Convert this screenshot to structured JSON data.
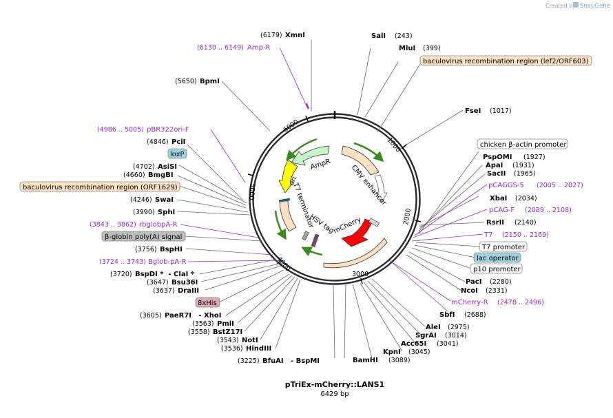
{
  "brand": {
    "created_by": "Created by",
    "name": "SnapGene"
  },
  "plasmid": {
    "name": "pTriEx-mCherry::LANS1",
    "length": "6429 bp"
  },
  "ticks": [
    "1000",
    "2000",
    "3000",
    "4000",
    "5000",
    "6000"
  ],
  "inner_labels": {
    "ampr": "AmpR",
    "ori": "ori",
    "cmv": "CMV enhancer",
    "t7term": "T7 terminator",
    "hsv": "HSV tag",
    "mcherry": "mCherry"
  },
  "sites_right_top": [
    {
      "name": "SalI",
      "pos": "(243)"
    },
    {
      "name": "MluI",
      "pos": "(399)"
    },
    {
      "name": "FseI",
      "pos": "(1017)"
    },
    {
      "name": "PspOMI",
      "pos": "(1927)"
    },
    {
      "name": "ApaI",
      "pos": "(1931)"
    },
    {
      "name": "SacII",
      "pos": "(1965)"
    },
    {
      "name": "XbaI",
      "pos": "(2034)"
    },
    {
      "name": "RsrII",
      "pos": "(2140)"
    }
  ],
  "sites_right_bottom": [
    {
      "name": "PacI",
      "pos": "(2280)"
    },
    {
      "name": "NcoI",
      "pos": "(2331)"
    },
    {
      "name": "SbfI",
      "pos": "(2688)"
    },
    {
      "name": "AleI",
      "pos": "(2975)"
    },
    {
      "name": "SgrAI",
      "pos": "(3014)"
    },
    {
      "name": "Acc65I",
      "pos": "(3041)"
    },
    {
      "name": "KpnI",
      "pos": "(3045)"
    },
    {
      "name": "BamHI",
      "pos": "(3089)"
    }
  ],
  "sites_left": [
    {
      "name": "XmnI",
      "pos": "(6179)"
    },
    {
      "name": "BpmI",
      "pos": "(5650)"
    },
    {
      "name": "PciI",
      "pos": "(4846)"
    },
    {
      "name": "AsiSI",
      "pos": "(4702)"
    },
    {
      "name": "BmgBI",
      "pos": "(4660)"
    },
    {
      "name": "SwaI",
      "pos": "(4246)"
    },
    {
      "name": "SphI",
      "pos": "(3990)"
    },
    {
      "name": "BspHI",
      "pos": "(3756)"
    },
    {
      "name": "BspDI *  - ClaI *",
      "pos": "(3720)"
    },
    {
      "name": "Bsu36I",
      "pos": "(3647)"
    },
    {
      "name": "DraIII",
      "pos": "(3637)"
    },
    {
      "name": "PaeR7I   - XhoI",
      "pos": "(3605)"
    },
    {
      "name": "PmlI",
      "pos": "(3563)"
    },
    {
      "name": "BstZ17I",
      "pos": "(3558)"
    },
    {
      "name": "NotI",
      "pos": "(3543)"
    },
    {
      "name": "HindIII",
      "pos": "(3536)"
    },
    {
      "name": "BfuAI   - BspMI",
      "pos": "(3225)"
    }
  ],
  "primers": [
    {
      "name": "Amp-R",
      "pos": "(6130 .. 6149)"
    },
    {
      "name": "pBR322ori-F",
      "pos": "(4986 .. 5005)"
    },
    {
      "name": "rbglobpA-R",
      "pos": "(3843 .. 3862)"
    },
    {
      "name": "Bglob-pA-R",
      "pos": "(3724 .. 3743)"
    },
    {
      "name": "pCAGGS-5",
      "pos": "(2005 .. 2027)"
    },
    {
      "name": "pCAG-F",
      "pos": "(2089 .. 2108)"
    },
    {
      "name": "T7",
      "pos": "(2150 .. 2169)"
    },
    {
      "name": "mCherry-R",
      "pos": "(2478 .. 2496)"
    }
  ],
  "features": {
    "lef2": "baculovirus recombination region (lef2/ORF603)",
    "orf1629": "baculovirus recombination region (ORF1629)",
    "chicken": "chicken β-actin promoter",
    "loxp": "loxP",
    "bglob": "β-globin poly(A) signal",
    "his": "8xHis",
    "t7prom": "T7 promoter",
    "lac": "lac operator",
    "p10": "p10 promoter"
  },
  "colors": {
    "primer": "#9b27c9",
    "backbone": "#2a2a2a",
    "ampr": "#c8f5c8",
    "ori": "#ffff00",
    "cmv": "#fbe0c4",
    "mcherry": "#ff0000",
    "orange_box": "#fde2c3",
    "blue_box": "#9fd0de",
    "gray_box": "#bdbdbd",
    "pink_box": "#dbaab2"
  }
}
